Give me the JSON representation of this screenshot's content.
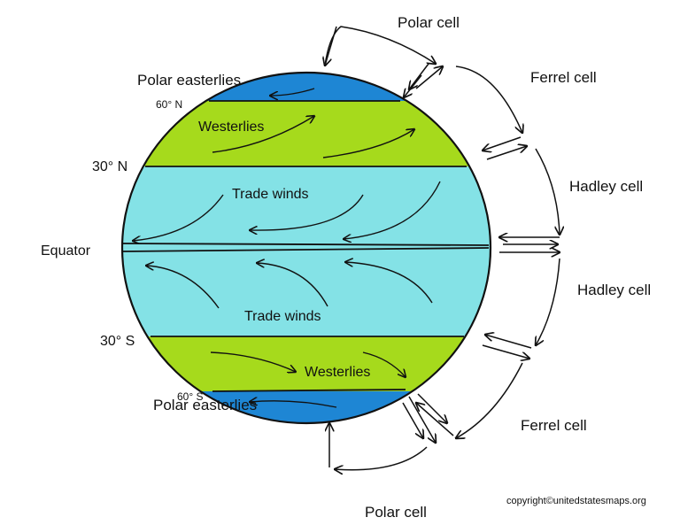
{
  "colors": {
    "polar_band": "#1e86d4",
    "westerly_band": "#a6da1c",
    "trade_band": "#84e2e6",
    "outline": "#111111",
    "background": "#ffffff"
  },
  "labels": {
    "polar_cell_top": "Polar cell",
    "ferrel_cell_top": "Ferrel cell",
    "hadley_cell_top": "Hadley cell",
    "hadley_cell_bottom": "Hadley cell",
    "ferrel_cell_bottom": "Ferrel cell",
    "polar_cell_bottom": "Polar cell",
    "polar_easterlies_north": "Polar easterlies",
    "polar_easterlies_south": "Polar easterlies",
    "lat_60n": "60° N",
    "lat_60s": "60° S",
    "lat_30n": "30° N",
    "lat_30s": "30° S",
    "equator": "Equator",
    "westerlies_north": "Westerlies",
    "westerlies_south": "Westerlies",
    "trade_winds_north": "Trade winds",
    "trade_winds_south": "Trade winds",
    "copyright": "copyright©unitedstatesmaps.org"
  }
}
